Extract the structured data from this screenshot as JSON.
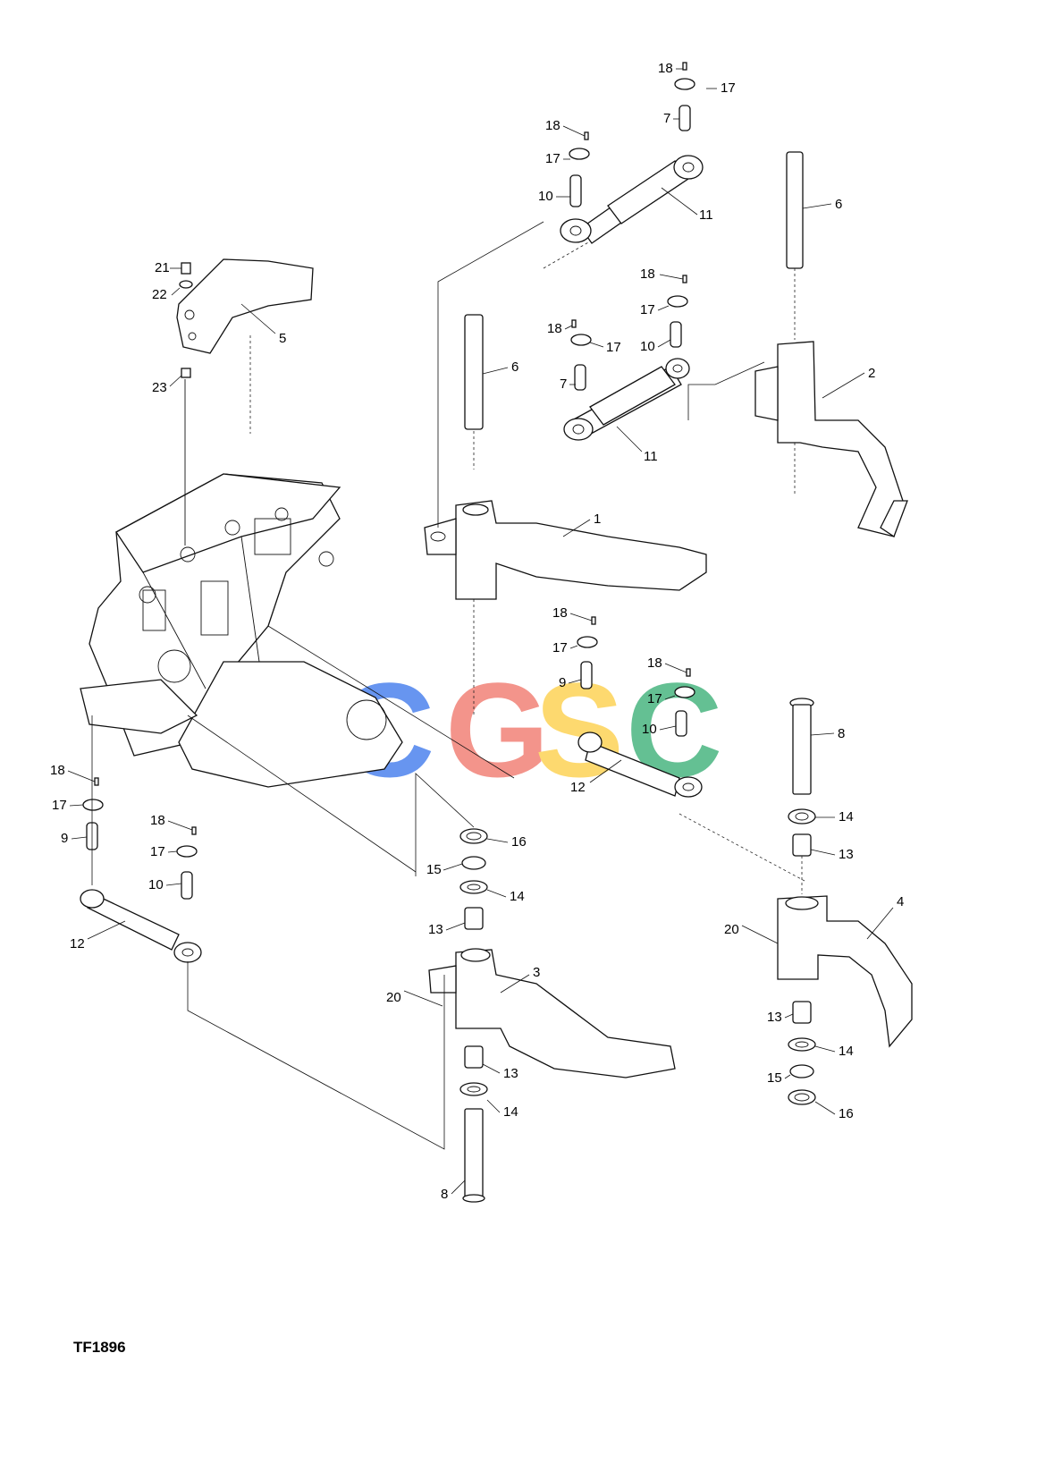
{
  "figure_id": "TF1896",
  "watermark": {
    "letters": [
      "C",
      "G",
      "S",
      "C"
    ],
    "colors": [
      "#5b8def",
      "#f28b82",
      "#fdd663",
      "#57bb8a"
    ]
  },
  "callouts": {
    "c_18a": "18",
    "c_17a": "17",
    "c_7a": "7",
    "c_18b": "18",
    "c_17b": "17",
    "c_10a": "10",
    "c_11a": "11",
    "c_6a": "6",
    "c_21": "21",
    "c_22": "22",
    "c_5": "5",
    "c_23": "23",
    "c_18c": "18",
    "c_17c": "17",
    "c_10b": "10",
    "c_18d": "18",
    "c_17d": "17",
    "c_7b": "7",
    "c_11b": "11",
    "c_6b": "6",
    "c_2": "2",
    "c_1": "1",
    "c_18e": "18",
    "c_17e": "17",
    "c_9a": "9",
    "c_18f": "18",
    "c_17f": "17",
    "c_10c": "10",
    "c_12a": "12",
    "c_8a": "8",
    "c_18g": "18",
    "c_17g": "17",
    "c_9b": "9",
    "c_18h": "18",
    "c_17h": "17",
    "c_10d": "10",
    "c_12b": "12",
    "c_16a": "16",
    "c_15a": "15",
    "c_14a": "14",
    "c_13a": "13",
    "c_14b": "14",
    "c_13b": "13",
    "c_4": "4",
    "c_20a": "20",
    "c_3": "3",
    "c_20b": "20",
    "c_13c": "13",
    "c_14c": "14",
    "c_13d": "13",
    "c_14d": "14",
    "c_15b": "15",
    "c_16b": "16",
    "c_8b": "8"
  }
}
